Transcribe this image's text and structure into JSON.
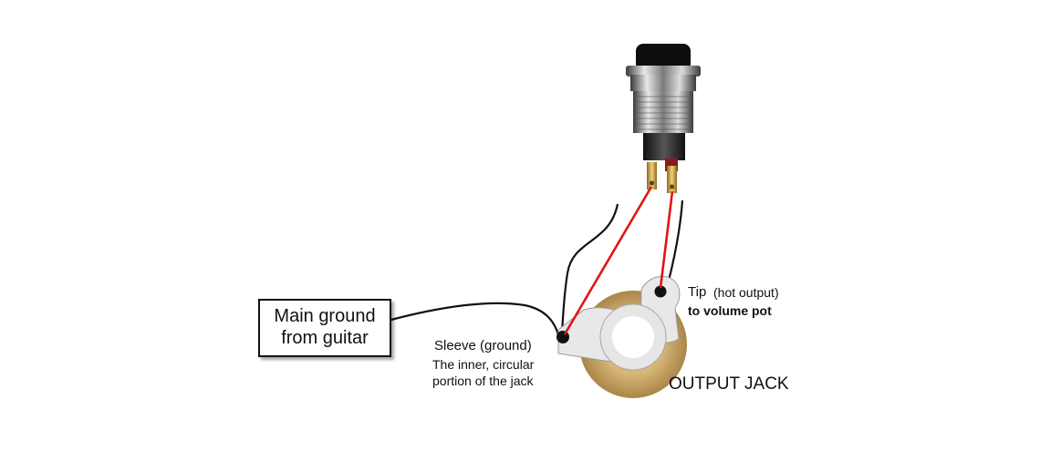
{
  "ground_box": {
    "line1": "Main ground",
    "line2": "from guitar"
  },
  "sleeve": {
    "title": "Sleeve (ground)",
    "desc_line1": "The inner, circular",
    "desc_line2": "portion of the jack"
  },
  "tip": {
    "main": "Tip",
    "paren": "(hot output)",
    "line2": "to volume pot"
  },
  "jack_label": "OUTPUT JACK",
  "colors": {
    "red_wire": "#e01515",
    "black_wire": "#111111",
    "jack_plate": "#c9a66b",
    "lug": "#e6e6e6",
    "button_cap": "#111111",
    "switch_body": "#9a9a9a"
  }
}
